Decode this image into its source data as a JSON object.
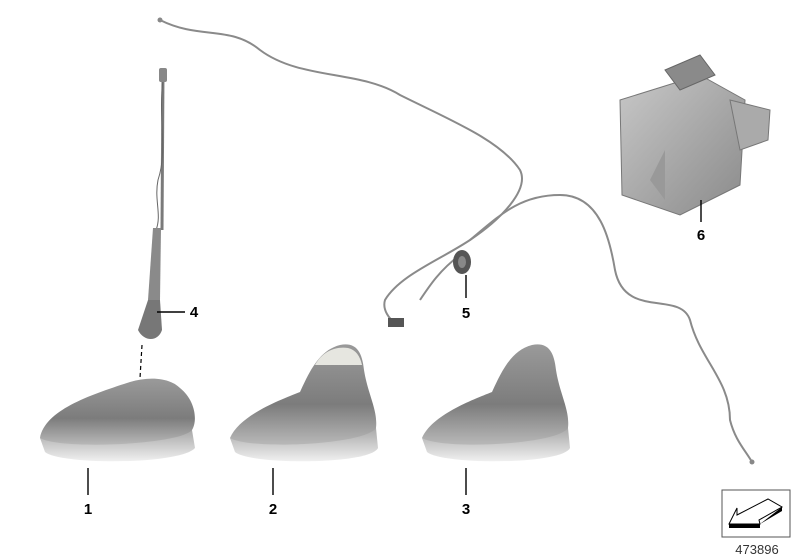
{
  "diagram": {
    "parts": [
      {
        "number": "1"
      },
      {
        "number": "2"
      },
      {
        "number": "3"
      },
      {
        "number": "4"
      },
      {
        "number": "5"
      },
      {
        "number": "6"
      }
    ],
    "reference_number": "473896",
    "icons": {
      "direction_badge": "arrow-pointer-icon"
    }
  }
}
